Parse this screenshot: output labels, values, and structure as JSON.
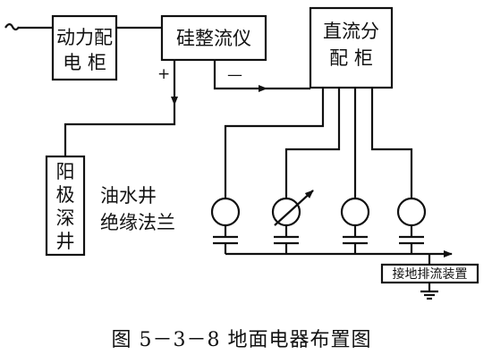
{
  "boxes": {
    "power_cabinet": [
      "动力配",
      "电  柜"
    ],
    "rectifier": "硅整流仪",
    "dc_cabinet": [
      "直流分",
      "配  柜"
    ],
    "anode_well": [
      "阳",
      "极",
      "深",
      "井"
    ],
    "drain_device": "接地排流装置"
  },
  "labels": {
    "flange": [
      "油水井",
      "绝缘法兰"
    ],
    "plus": "+",
    "minus": "—"
  },
  "caption": "图 5－3－8    地面电器布置图"
}
